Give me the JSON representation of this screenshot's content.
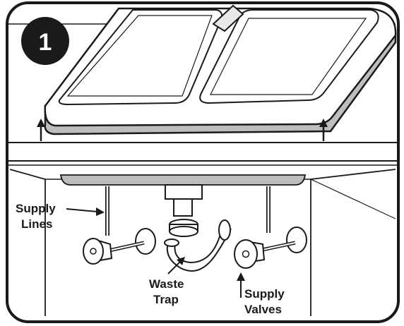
{
  "step": {
    "number": "1"
  },
  "labels": {
    "supply_lines": [
      "Supply",
      "Lines"
    ],
    "waste_trap": [
      "Waste",
      "Trap"
    ],
    "supply_valves": [
      "Supply",
      "Valves"
    ]
  },
  "colors": {
    "ink": "#1a1a1a",
    "rim_shadow": "#bdbdbd",
    "pipe_fill": "#ffffff"
  },
  "icons": {
    "step_badge": "black-circle",
    "arrows": "up-arrow"
  }
}
